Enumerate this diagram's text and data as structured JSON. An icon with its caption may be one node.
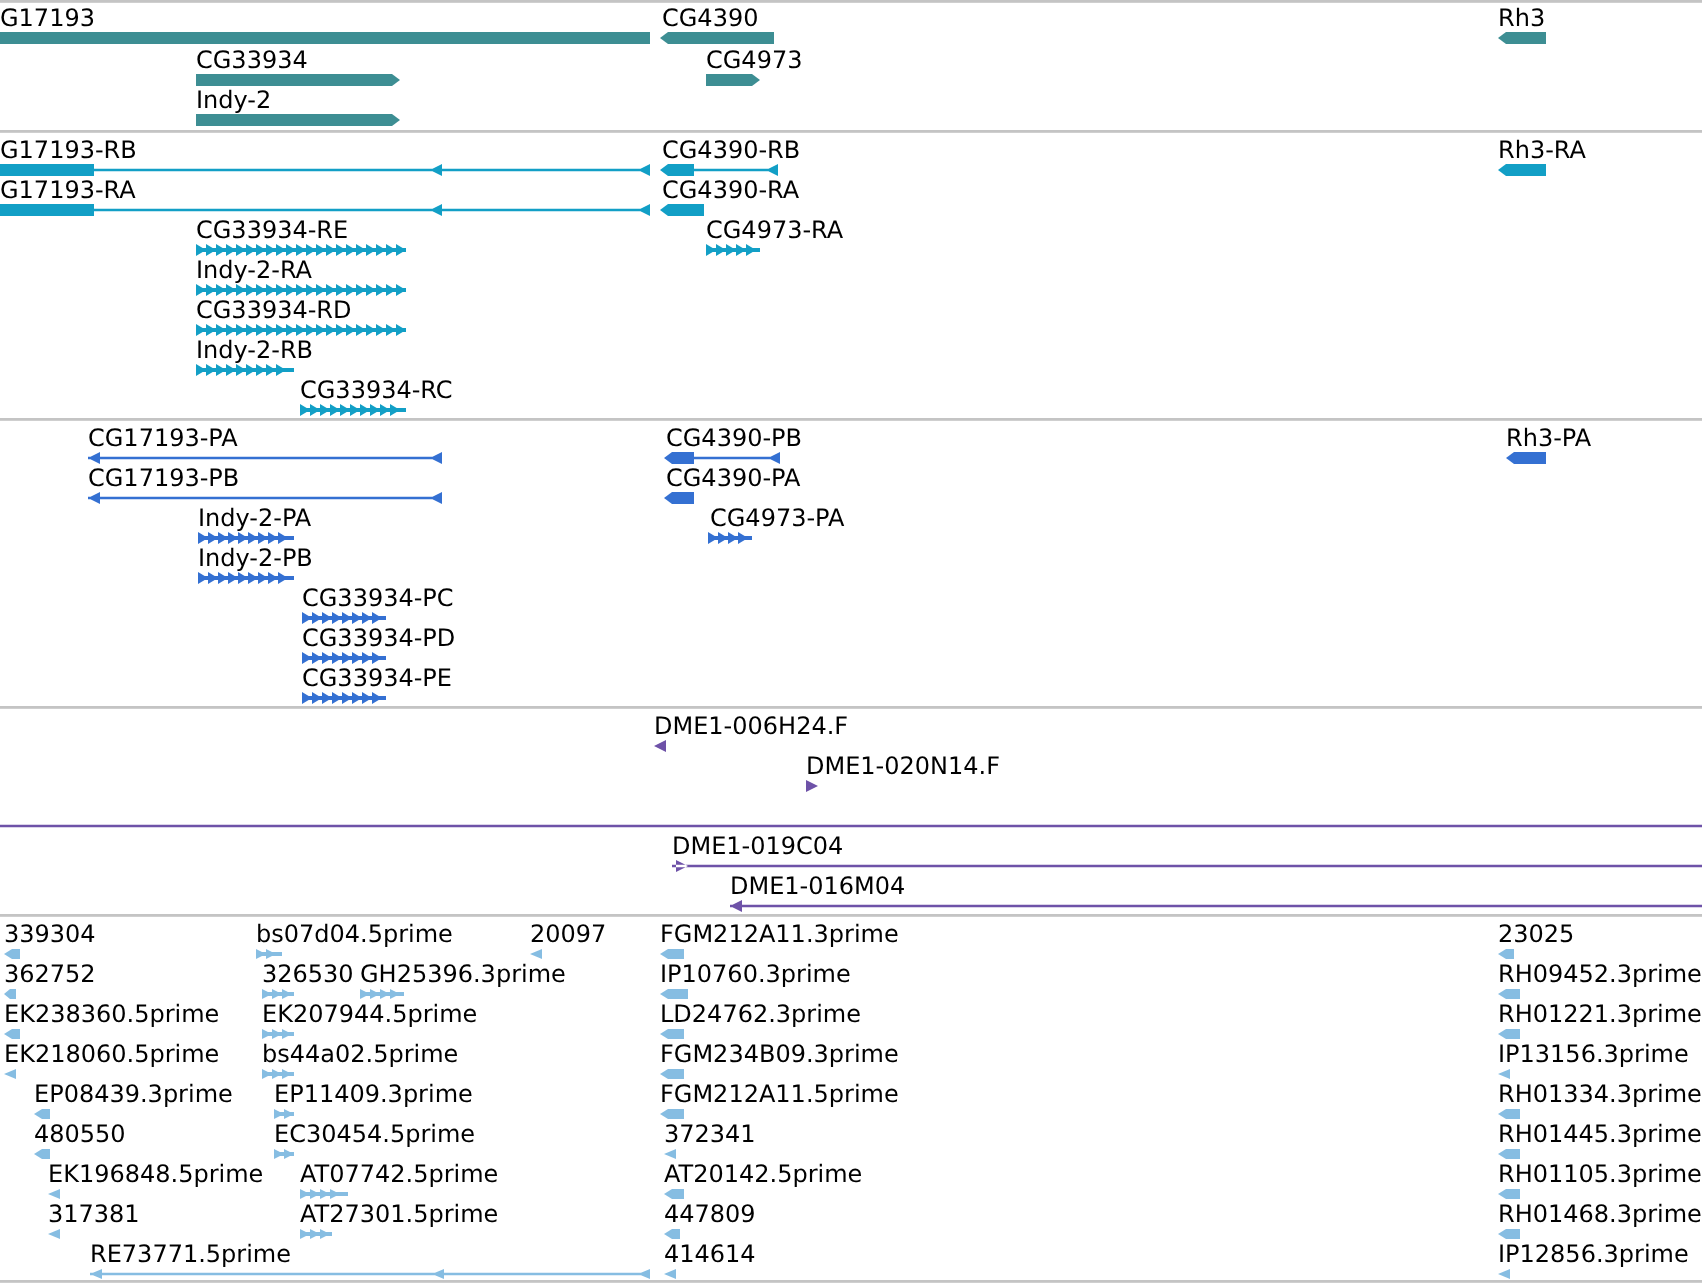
{
  "diagram": {
    "labels": [
      "G17193",
      "CG4390",
      "Rh3",
      "CG33934",
      "CG4973",
      "Indy-2",
      "G17193-RB",
      "CG4390-RB",
      "Rh3-RA",
      "G17193-RA",
      "CG4390-RA",
      "CG33934-RE",
      "CG4973-RA",
      "Indy-2-RA",
      "CG33934-RD",
      "Indy-2-RB",
      "CG33934-RC",
      "CG17193-PA",
      "CG4390-PB",
      "Rh3-PA",
      "CG17193-PB",
      "CG4390-PA",
      "Indy-2-PA",
      "CG4973-PA",
      "Indy-2-PB",
      "CG33934-PC",
      "CG33934-PD",
      "CG33934-PE",
      "DME1-006H24.F",
      "DME1-020N14.F",
      "DME1-019C04",
      "DME1-016M04",
      "339304",
      "bs07d04.5prime",
      "20097",
      "FGM212A11.3prime",
      "23025",
      "362752",
      "326530",
      "GH25396.3prime",
      "IP10760.3prime",
      "RH09452.3prime",
      "EK238360.5prime",
      "EK207944.5prime",
      "LD24762.3prime",
      "RH01221.3prime",
      "EK218060.5prime",
      "bs44a02.5prime",
      "FGM234B09.3prime",
      "IP13156.3prime",
      "EP08439.3prime",
      "EP11409.3prime",
      "FGM212A11.5prime",
      "RH01334.3prime",
      "480550",
      "EC30454.5prime",
      "372341",
      "RH01445.3prime",
      "EK196848.5prime",
      "AT07742.5prime",
      "AT20142.5prime",
      "RH01105.3prime",
      "317381",
      "AT27301.5prime",
      "447809",
      "RH01468.3prime",
      "RE73771.5prime",
      "414614",
      "IP12856.3prime"
    ]
  }
}
